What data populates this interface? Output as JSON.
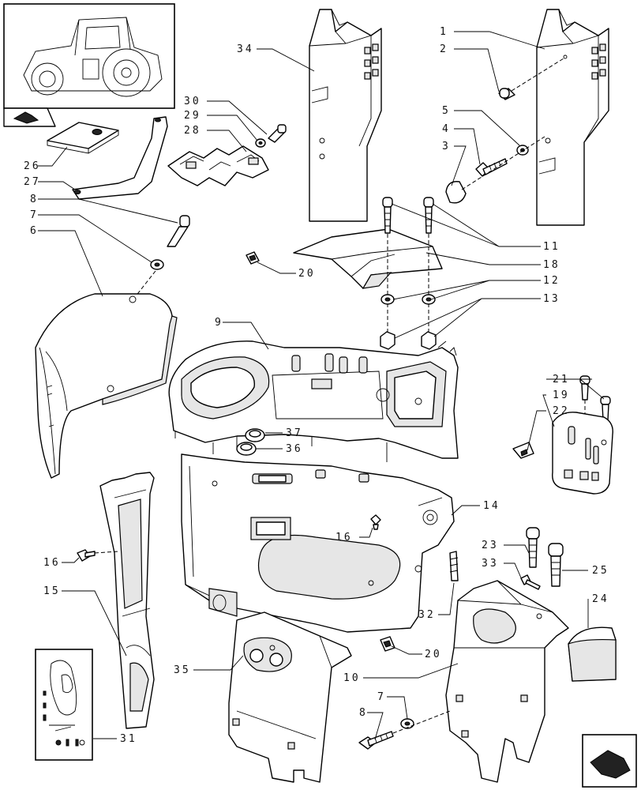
{
  "diagram": {
    "callouts": [
      {
        "id": "c1",
        "text": "1"
      },
      {
        "id": "c2",
        "text": "2"
      },
      {
        "id": "c5",
        "text": "5"
      },
      {
        "id": "c4",
        "text": "4"
      },
      {
        "id": "c3",
        "text": "3"
      },
      {
        "id": "c34",
        "text": "34"
      },
      {
        "id": "c30",
        "text": "30"
      },
      {
        "id": "c29",
        "text": "29"
      },
      {
        "id": "c28",
        "text": "28"
      },
      {
        "id": "c26",
        "text": "26"
      },
      {
        "id": "c27",
        "text": "27"
      },
      {
        "id": "c8a",
        "text": "8"
      },
      {
        "id": "c7a",
        "text": "7"
      },
      {
        "id": "c6",
        "text": "6"
      },
      {
        "id": "c11",
        "text": "11"
      },
      {
        "id": "c18",
        "text": "18"
      },
      {
        "id": "c12",
        "text": "12"
      },
      {
        "id": "c13",
        "text": "13"
      },
      {
        "id": "c20a",
        "text": "20"
      },
      {
        "id": "c9",
        "text": "9"
      },
      {
        "id": "c21",
        "text": "21"
      },
      {
        "id": "c19",
        "text": "19"
      },
      {
        "id": "c22",
        "text": "22"
      },
      {
        "id": "c37",
        "text": "37"
      },
      {
        "id": "c36",
        "text": "36"
      },
      {
        "id": "c14",
        "text": "14"
      },
      {
        "id": "c16a",
        "text": "16"
      },
      {
        "id": "c16b",
        "text": "16"
      },
      {
        "id": "c23",
        "text": "23"
      },
      {
        "id": "c33",
        "text": "33"
      },
      {
        "id": "c25",
        "text": "25"
      },
      {
        "id": "c15",
        "text": "15"
      },
      {
        "id": "c32",
        "text": "32"
      },
      {
        "id": "c24",
        "text": "24"
      },
      {
        "id": "c20b",
        "text": "20"
      },
      {
        "id": "c35",
        "text": "35"
      },
      {
        "id": "c10",
        "text": "10"
      },
      {
        "id": "c7b",
        "text": "7"
      },
      {
        "id": "c8b",
        "text": "8"
      },
      {
        "id": "c31",
        "text": "31"
      }
    ]
  }
}
